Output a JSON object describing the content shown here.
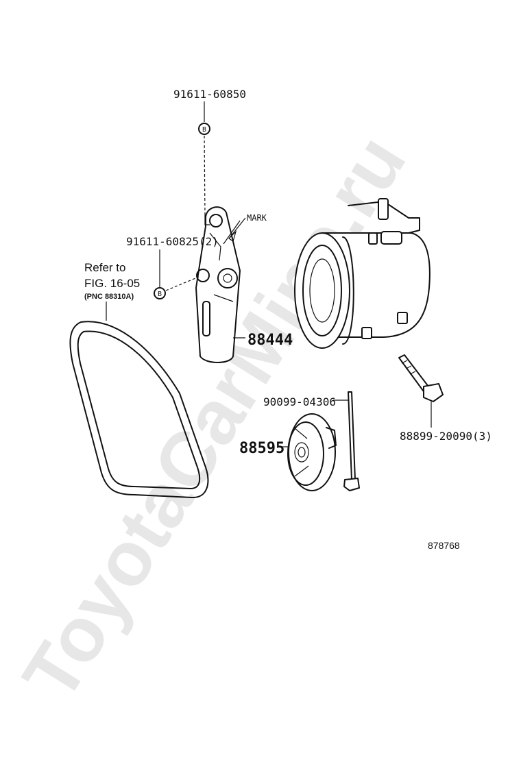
{
  "parts": {
    "bolt_top": "91611-60850",
    "bolt_side": "91611-60825(2)",
    "mark": "MARK",
    "bracket": "88444",
    "bolt_long": "90099-04306",
    "idler_pulley": "88595",
    "stud_bolt": "88899-20090(3)",
    "bolt_marker": "B"
  },
  "reference": {
    "line1": "Refer to",
    "line2": "FIG. 16-05",
    "line3": "(PNC 88310A)"
  },
  "figure_number": "878768",
  "watermark": "ToyotaCarMine.ru"
}
